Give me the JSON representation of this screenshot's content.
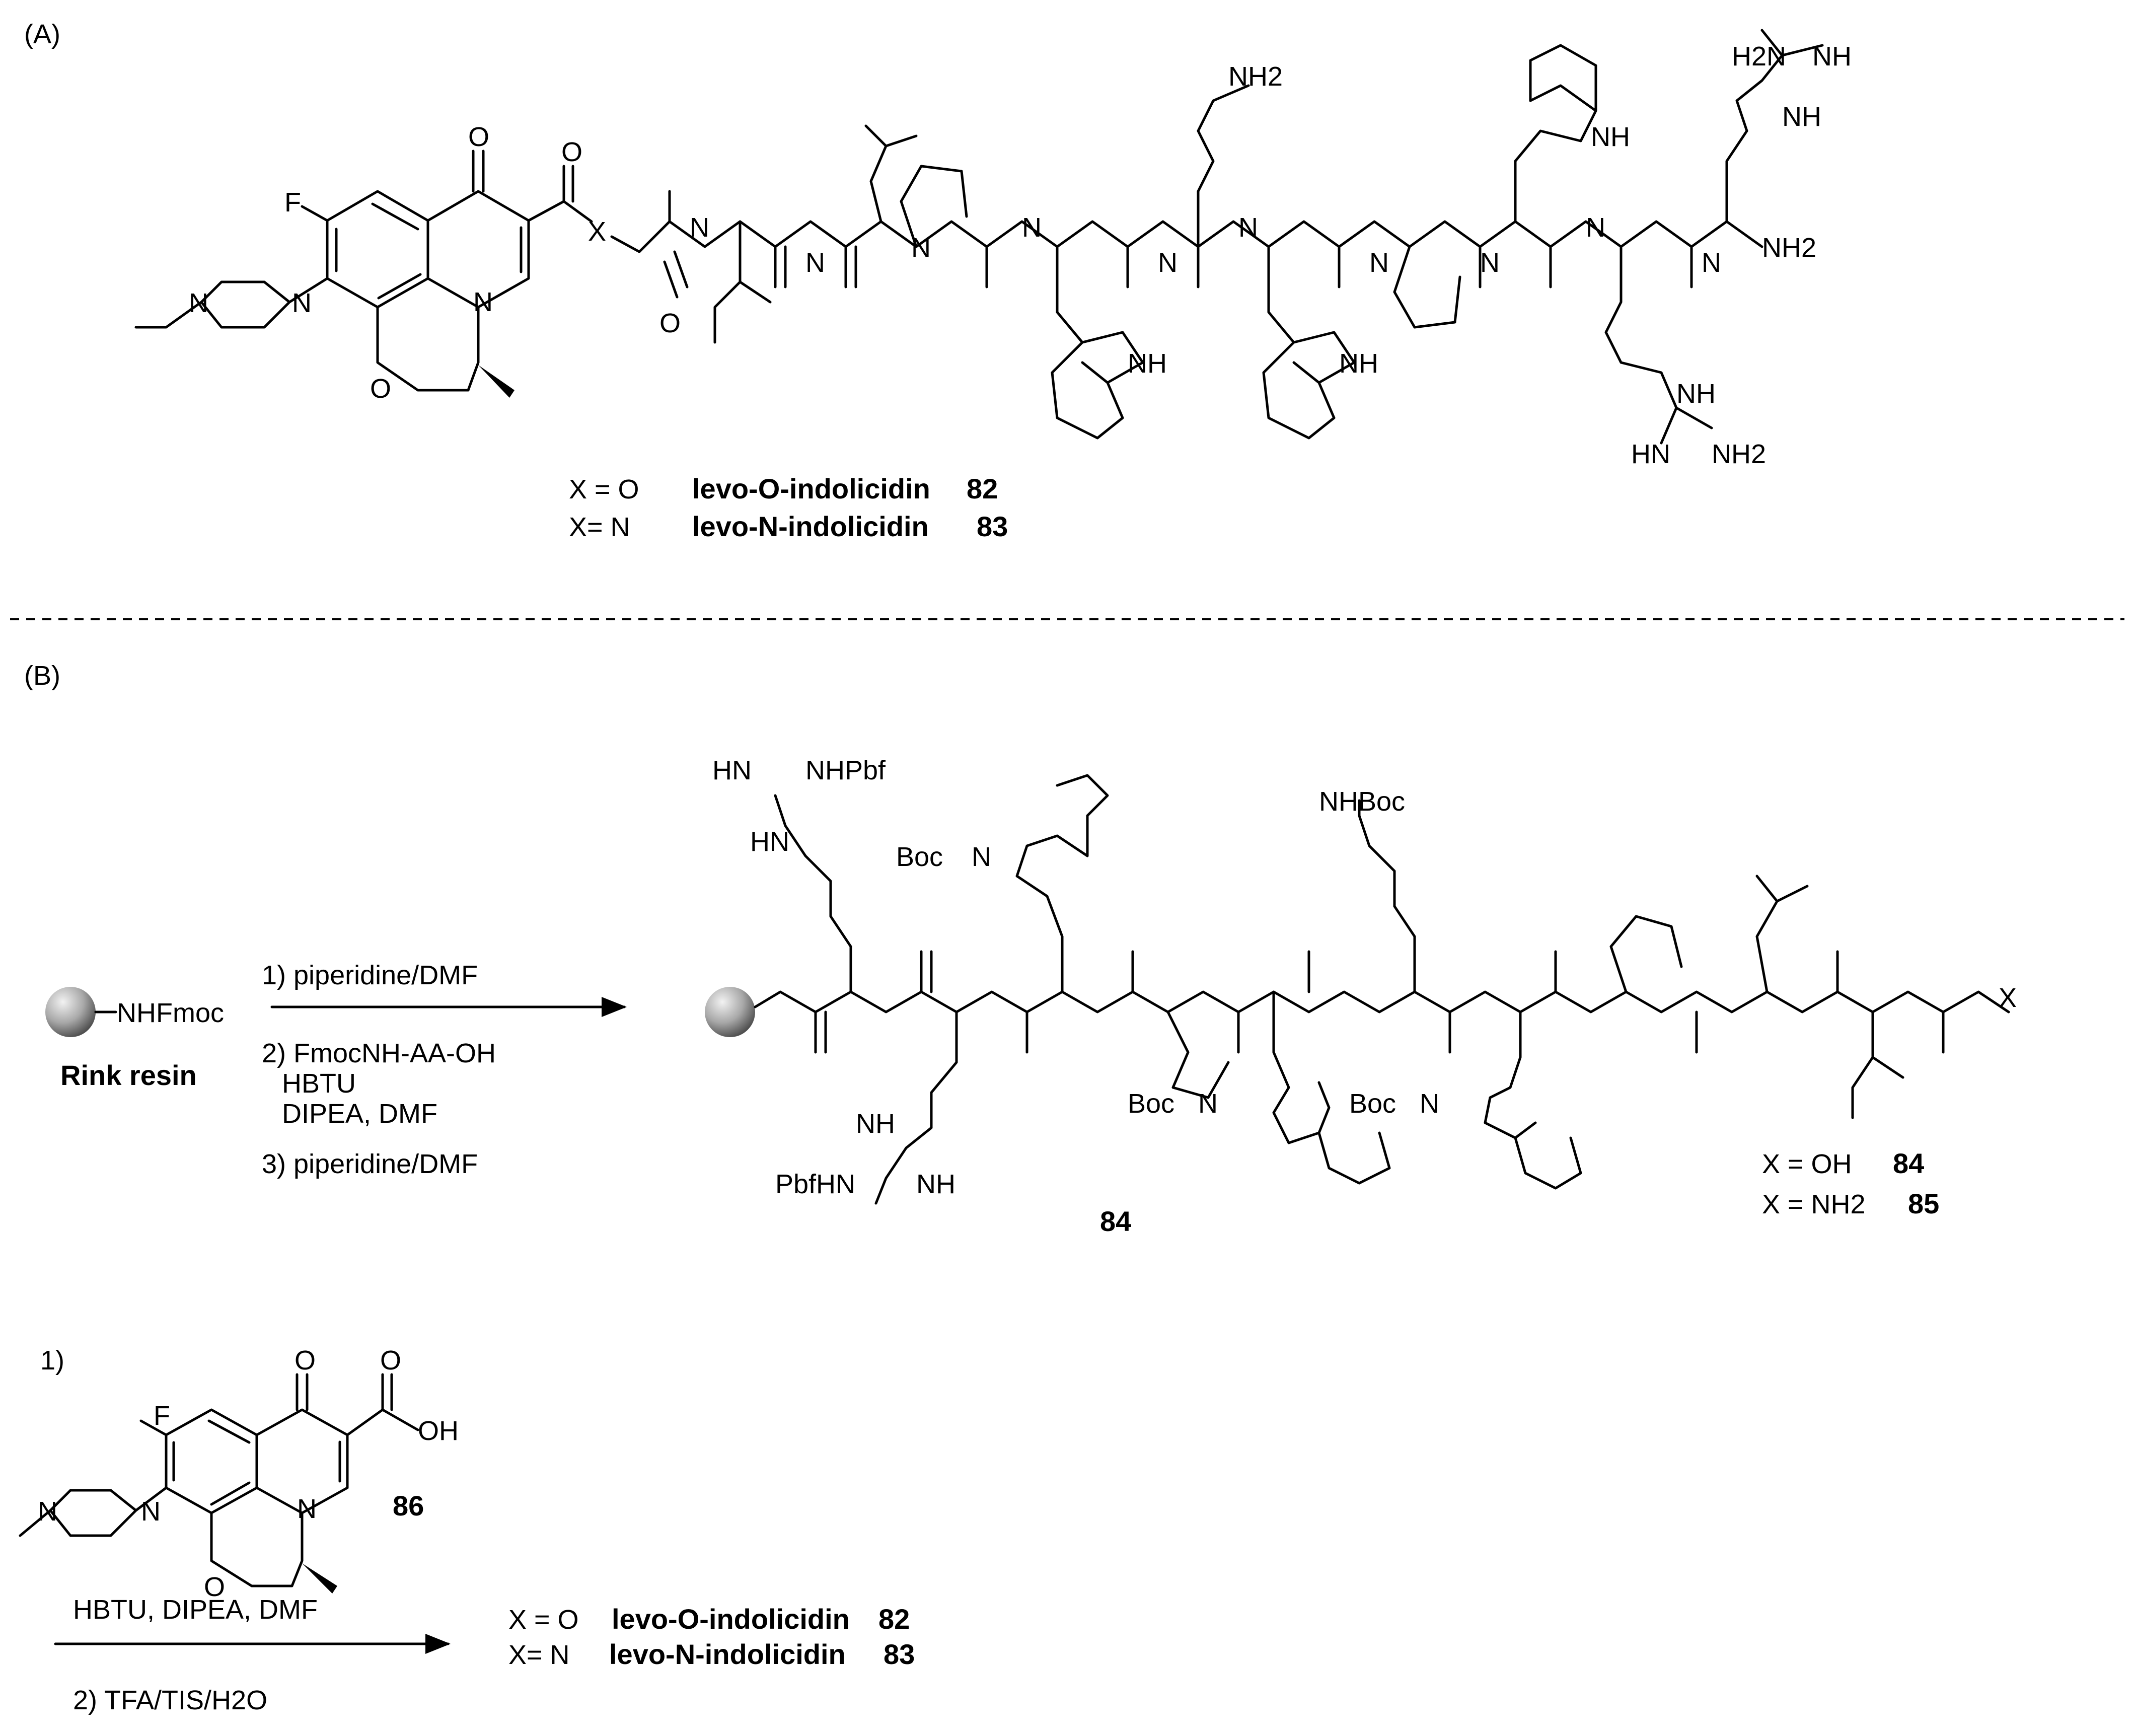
{
  "panel_a": {
    "label": "(A)",
    "atoms": {
      "F": "F",
      "O": "O",
      "N": "N",
      "X": "X",
      "NH": "NH",
      "H": "H",
      "NH2": "NH2",
      "H2N": "H2N",
      "HN": "HN"
    },
    "legend": [
      {
        "lhs": "X = O",
        "name": "levo-O-indolicidin",
        "num": "82"
      },
      {
        "lhs": "X= N",
        "name": "levo-N-indolicidin",
        "num": "83"
      }
    ]
  },
  "panel_b": {
    "label": "(B)",
    "resin_group": "NHFmoc",
    "resin_name": "Rink resin",
    "steps1": [
      "1) piperidine/DMF",
      "2) FmocNH-AA-OH",
      "HBTU",
      "DIPEA, DMF",
      "3) piperidine/DMF"
    ],
    "atoms": {
      "HN": "HN",
      "NHPbf": "NHPbf",
      "Boc": "Boc",
      "NHBoc": "NHBoc",
      "PbfHN": "PbfHN",
      "NH": "NH",
      "N": "N",
      "H": "H",
      "O": "O",
      "X": "X"
    },
    "compound_label": "84",
    "x_legend": [
      {
        "lhs": "X = OH",
        "num": "84"
      },
      {
        "lhs": "X = NH2",
        "num": "85"
      }
    ],
    "step2_prefix": "1)",
    "reagent_label": "86",
    "reagent_atoms": {
      "F": "F",
      "O": "O",
      "OH": "OH",
      "N": "N"
    },
    "steps2_top": "HBTU, DIPEA, DMF",
    "steps2_bottom": "2) TFA/TIS/H2O",
    "products": [
      {
        "lhs": "X = O",
        "name": "levo-O-indolicidin",
        "num": "82"
      },
      {
        "lhs": "X= N",
        "name": "levo-N-indolicidin",
        "num": "83"
      }
    ]
  },
  "colors": {
    "ink": "#000000",
    "background": "#ffffff",
    "bead_light": "#f2f2f2",
    "bead_dark": "#4a4a4a"
  }
}
